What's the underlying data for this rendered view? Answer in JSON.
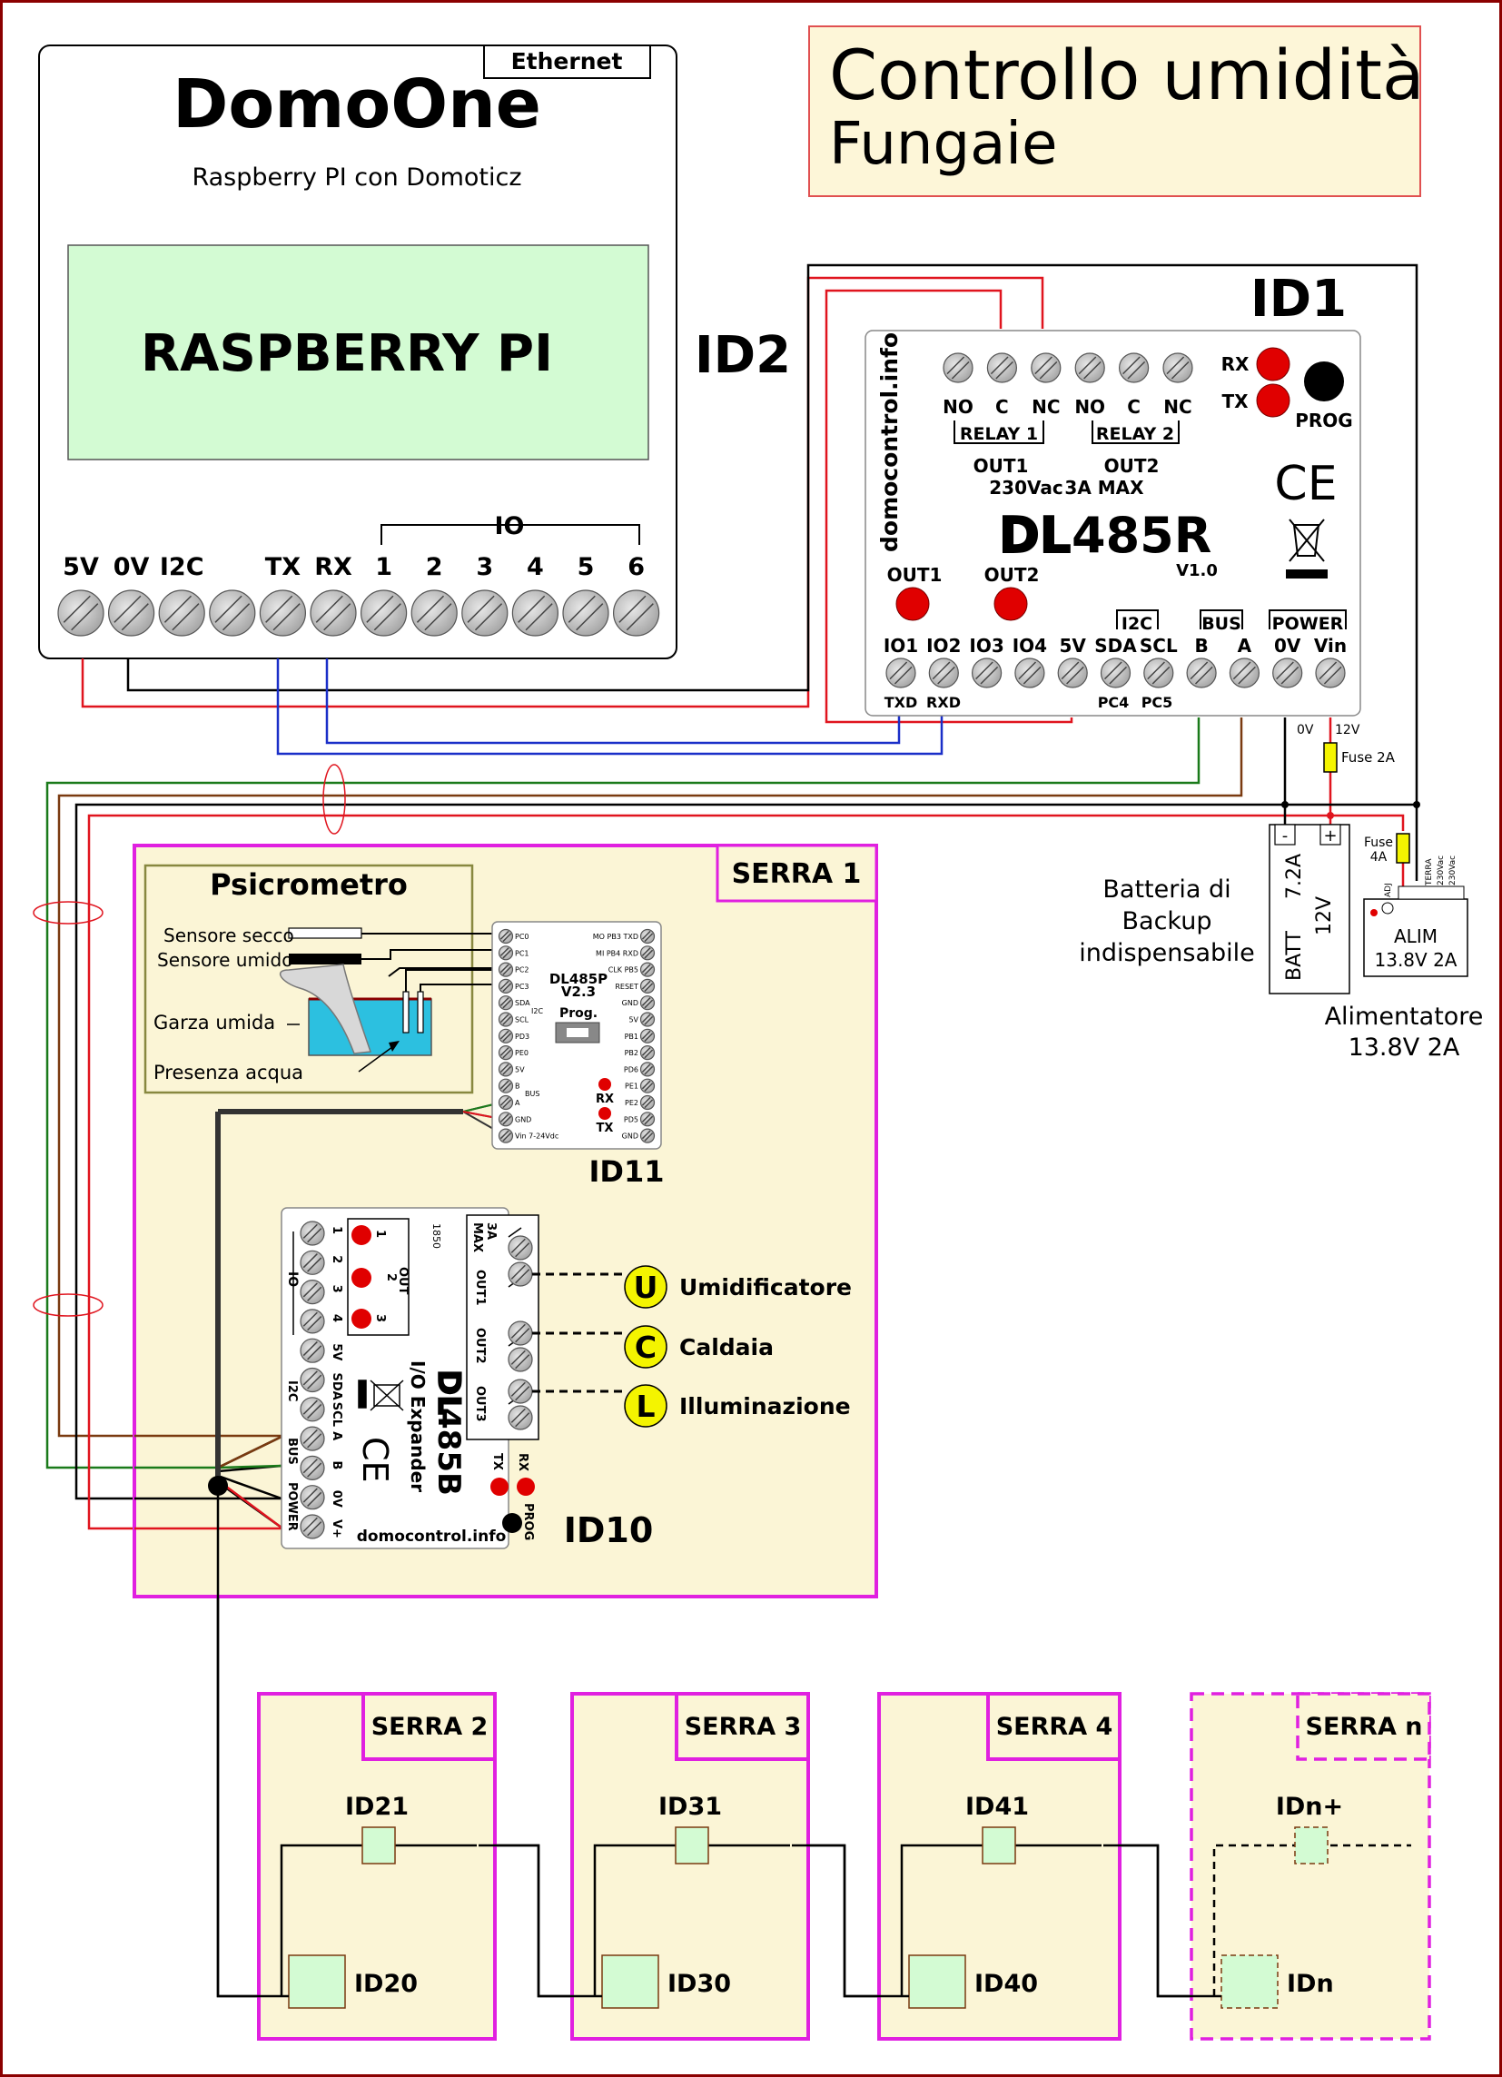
{
  "title": {
    "line1": "Controllo umidità",
    "line2": "Fungaie"
  },
  "domoone": {
    "ethernet": "Ethernet",
    "title": "DomoOne",
    "subtitle": "Raspberry PI con Domoticz",
    "raspberry": "RASPBERRY PI",
    "io_label": "IO",
    "terminals": [
      "5V",
      "0V",
      "I2C",
      "",
      "TX",
      "RX",
      "1",
      "2",
      "3",
      "4",
      "5",
      "6"
    ]
  },
  "id_labels": {
    "id2": "ID2",
    "id1": "ID1",
    "id11": "ID11",
    "id10": "ID10"
  },
  "dl485r": {
    "side_text": "domocontrol.info",
    "relay_terms": [
      "NO",
      "C",
      "NC",
      "NO",
      "C",
      "NC"
    ],
    "relay1": "RELAY 1",
    "relay2": "RELAY 2",
    "out1": "OUT1",
    "out2": "OUT2",
    "rating1": "230Vac",
    "rating2": "3A MAX",
    "rx": "RX",
    "tx": "TX",
    "prog": "PROG",
    "ce": "CE",
    "model_prefix": "DL",
    "model": "485R",
    "version": "V1.0",
    "led_out1": "OUT1",
    "led_out2": "OUT2",
    "i2c": "I2C",
    "bus": "BUS",
    "power": "POWER",
    "terminals": [
      "IO1",
      "IO2",
      "IO3",
      "IO4",
      "5V",
      "SDA",
      "SCL",
      "B",
      "A",
      "0V",
      "Vin"
    ],
    "txd": "TXD",
    "rxd": "RXD",
    "pc4": "PC4",
    "pc5": "PC5"
  },
  "power_section": {
    "v0": "0V",
    "v12": "12V",
    "fuse2": "Fuse 2A",
    "fuse4_line1": "Fuse",
    "fuse4_line2": "4A",
    "battery_caption": [
      "Batteria di",
      "Backup",
      "indispensabile"
    ],
    "batt_text": [
      "BATT",
      "7.2A",
      "12V"
    ],
    "minus": "-",
    "plus": "+",
    "alim_line1": "ALIM",
    "alim_line2": "13.8V 2A",
    "alim_small": [
      "ADJ",
      "TERRA",
      "230Vac",
      "230Vac"
    ],
    "psu_caption": [
      "Alimentatore",
      "13.8V 2A"
    ]
  },
  "serra1": {
    "label": "SERRA 1",
    "psicrometro": "Psicrometro",
    "sensore_secco": "Sensore secco",
    "sensore_umido": "Sensore umido",
    "garza": "Garza umida",
    "presenza": "Presenza acqua"
  },
  "dl485p": {
    "left_pins": [
      "PC0",
      "PC1",
      "PC2",
      "PC3",
      "SDA",
      "SCL",
      "PD3",
      "PE0",
      "5V",
      "B",
      "A",
      "GND",
      "Vin 7-24Vdc"
    ],
    "right_pins": [
      "MO PB3 TXD",
      "MI PB4 RXD",
      "CLK PB5",
      "RESET",
      "GND",
      "5V",
      "PB1",
      "PB2",
      "PD6",
      "PE1",
      "PE2",
      "PD5",
      "GND"
    ],
    "i2c": "I2C",
    "bus": "BUS",
    "name": "DL485P",
    "version": "V2.3",
    "prog": "Prog.",
    "rx": "RX",
    "tx": "TX"
  },
  "dl485b": {
    "pins": [
      "1",
      "2",
      "3",
      "4",
      "5V",
      "SDA",
      "SCL",
      "A",
      "B",
      "0V",
      "V+"
    ],
    "io": "IO",
    "i2c": "I2C",
    "bus": "BUS",
    "power": "POWER",
    "out_led": "OUT",
    "out_leds": [
      "1",
      "2",
      "3"
    ],
    "code": "1850",
    "max": "MAX",
    "max_a": "3A",
    "outs": [
      "OUT1",
      "OUT2",
      "OUT3"
    ],
    "model_prefix": "DL",
    "model": "485B",
    "expander": "I/O Expander",
    "site": "domocontrol.info",
    "tx": "TX",
    "rx": "RX",
    "prog": "PROG",
    "ce": "CE"
  },
  "loads": [
    {
      "letter": "U",
      "name": "Umidificatore"
    },
    {
      "letter": "C",
      "name": "Caldaia"
    },
    {
      "letter": "L",
      "name": "Illuminazione"
    }
  ],
  "serre": [
    {
      "label": "SERRA 2",
      "top_id": "ID21",
      "bottom_id": "ID20"
    },
    {
      "label": "SERRA 3",
      "top_id": "ID31",
      "bottom_id": "ID30"
    },
    {
      "label": "SERRA 4",
      "top_id": "ID41",
      "bottom_id": "ID40"
    },
    {
      "label": "SERRA n",
      "top_id": "IDn+",
      "bottom_id": "IDn"
    }
  ],
  "colors": {
    "border": "#8b0000",
    "wire_red": "#e0141e",
    "wire_black": "#000000",
    "wire_blue": "#1a2fc8",
    "wire_green": "#1a7a1a",
    "wire_brown": "#7a3a10",
    "magenta": "#e020e0",
    "board_fill": "#fbf5d6",
    "chip_fill": "#d3fbd3",
    "led_red": "#e00000",
    "load_yellow": "#f4f400"
  }
}
